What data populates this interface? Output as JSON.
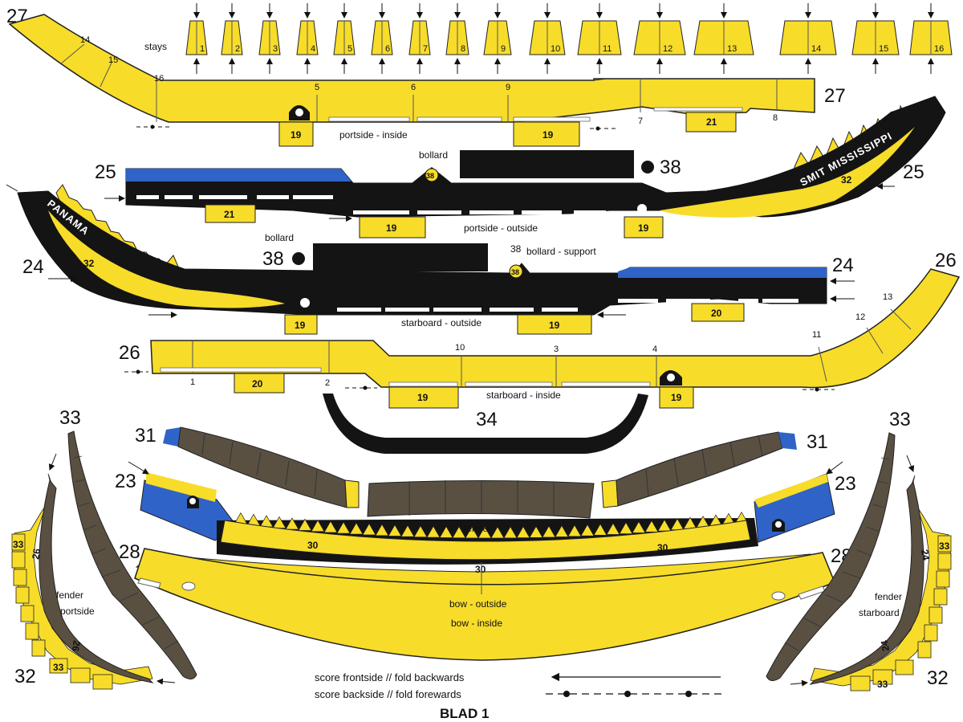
{
  "colors": {
    "yellow": "#f7dc2a",
    "blue": "#2f63c8",
    "black": "#141414",
    "brown": "#595042",
    "outline": "#222222"
  },
  "stays": {
    "label": "stays",
    "numbers": [
      "1",
      "2",
      "3",
      "4",
      "5",
      "6",
      "7",
      "8",
      "9",
      "10",
      "11",
      "12",
      "13",
      "14",
      "15",
      "16"
    ]
  },
  "parts": {
    "p27": {
      "label": "27",
      "caption": "portside - inside",
      "seg_numbers": [
        "14",
        "15",
        "16",
        "5",
        "6",
        "9",
        "7",
        "8"
      ],
      "tabs": [
        "19",
        "19",
        "21"
      ]
    },
    "p25": {
      "label": "25",
      "caption": "portside - outside",
      "ship_name": "SMIT MISSISSIPPI",
      "bow_num": "32",
      "tabs": [
        "21",
        "19",
        "19"
      ],
      "bollard_num": "38"
    },
    "p24": {
      "label": "24",
      "caption": "starboard - outside",
      "ship_name": "PANAMA",
      "bow_num": "32",
      "tabs": [
        "19",
        "19",
        "20"
      ],
      "bollard_num": "38"
    },
    "p26": {
      "label": "26",
      "caption": "starboard - inside",
      "seg_numbers": [
        "1",
        "2",
        "10",
        "3",
        "4",
        "11",
        "12",
        "13"
      ],
      "tabs": [
        "20",
        "19",
        "19"
      ]
    },
    "bollard_top": {
      "label": "bollard",
      "num": "38"
    },
    "bollard_bottom": {
      "label": "bollard",
      "num": "38"
    },
    "bollard_support": {
      "label": "bollard - support",
      "num": "38"
    },
    "p34": {
      "label": "34"
    },
    "p31": {
      "label": "31"
    },
    "p23": {
      "label": "23"
    },
    "fender_center": {
      "label": "fender"
    },
    "p30": {
      "label": "30"
    },
    "p28": {
      "label": "28"
    },
    "bow_outside": {
      "label": "bow - outside"
    },
    "bow_inside": {
      "label": "bow - inside"
    },
    "p33": {
      "label": "33",
      "tab_label": "33"
    },
    "p32": {
      "label": "32"
    },
    "fender_port": {
      "line1": "fender",
      "line2": "portside",
      "num": "26"
    },
    "fender_star": {
      "line1": "fender",
      "line2": "starboard",
      "num": "24"
    }
  },
  "legend": {
    "score_front": "score frontside //  fold backwards",
    "score_back": "score backside //  fold forewards"
  },
  "sheet_title": "BLAD 1"
}
